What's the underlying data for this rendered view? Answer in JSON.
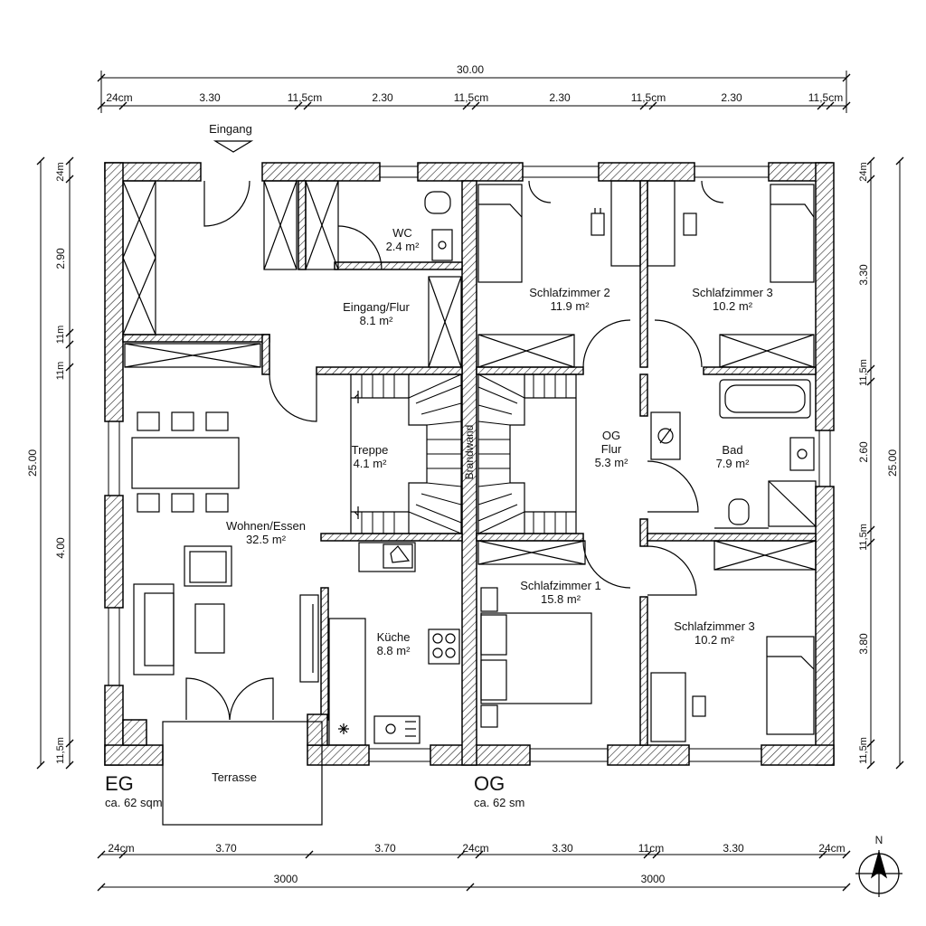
{
  "entrance_label": "Eingang",
  "north_label": "N",
  "floors": {
    "eg": {
      "name": "EG",
      "area": "ca. 62 sqm"
    },
    "og": {
      "name": "OG",
      "area": "ca. 62 sm"
    }
  },
  "terrace_label": "Terrasse",
  "partition_label": "Brandwand",
  "rooms": {
    "wc": {
      "name": "WC",
      "area": "2.4 m²"
    },
    "flur": {
      "name": "Eingang/Flur",
      "area": "8.1 m²"
    },
    "treppe": {
      "name": "Treppe",
      "area": "4.1 m²"
    },
    "wohnen": {
      "name": "Wohnen/Essen",
      "area": "32.5 m²"
    },
    "kueche": {
      "name": "Küche",
      "area": "8.8 m²"
    },
    "sz2": {
      "name": "Schlafzimmer 2",
      "area": "11.9 m²"
    },
    "sz3a": {
      "name": "Schlafzimmer 3",
      "area": "10.2 m²"
    },
    "ogflur_a": "OG",
    "ogflur_b": "Flur",
    "ogflur_area": "5.3 m²",
    "bad": {
      "name": "Bad",
      "area": "7.9 m²"
    },
    "sz1": {
      "name": "Schlafzimmer 1",
      "area": "15.8 m²"
    },
    "sz3b": {
      "name": "Schlafzimmer 3",
      "area": "10.2 m²"
    }
  },
  "dims_top": {
    "total": "30.00",
    "segments": [
      "24cm",
      "3.30",
      "11,5cm",
      "2.30",
      "11,5cm",
      "2.30",
      "11,5cm",
      "2.30",
      "11,5cm"
    ]
  },
  "dims_bottom": {
    "segments": [
      "24cm",
      "3.70",
      "3.70",
      "24cm",
      "3.30",
      "11cm",
      "3.30",
      "24cm"
    ],
    "totals": [
      "3000",
      "3000"
    ]
  },
  "dims_left": {
    "total": "25.00",
    "segments": [
      "24m",
      "2.90",
      "11m",
      "11m",
      "4.00",
      "11,5m"
    ]
  },
  "dims_right": {
    "total": "25.00",
    "segments": [
      "24m",
      "3.30",
      "11,5m",
      "2.60",
      "11,5m",
      "3.80",
      "11,5m"
    ]
  }
}
